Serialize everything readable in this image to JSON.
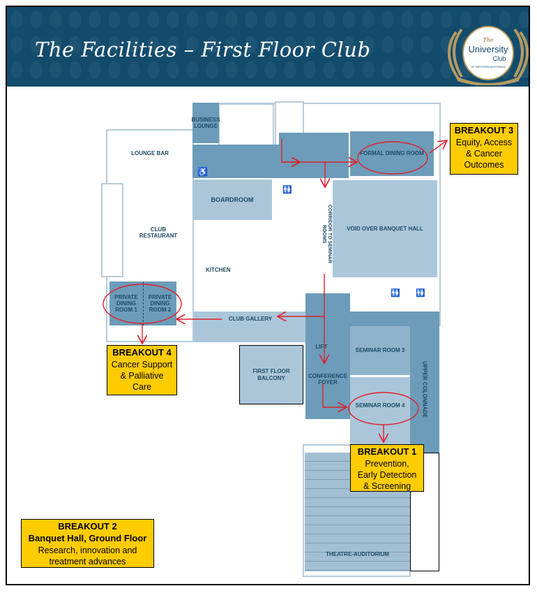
{
  "header": {
    "title": "The Facilities – First Floor Club",
    "logo": {
      "line1": "The",
      "line2": "University",
      "line3": "Club",
      "line4": "OF WESTERN AUSTRALIA"
    }
  },
  "rooms": {
    "business_lounge": "BUSINESS LOUNGE",
    "lounge_bar": "LOUNGE BAR",
    "formal_dining": "FORMAL DINING ROOM",
    "boardroom": "BOARDROOM",
    "corridor": "CORRIDOR TO SEMINAR ROOMS",
    "void": "VOID OVER BANQUET HALL",
    "club_restaurant": "CLUB RESTAURANT",
    "kitchen": "KITCHEN",
    "private_dining_1": "PRIVATE DINING ROOM 1",
    "private_dining_2": "PRIVATE DINING ROOM 2",
    "club_gallery": "CLUB GALLERY",
    "lift": "LIFT",
    "seminar_3": "SEMINAR ROOM 3",
    "seminar_4": "SEMINAR ROOM 4",
    "conference_foyer": "CONFERENCE FOYER",
    "first_floor_balcony": "FIRST FLOOR BALCONY",
    "upper_colonnade": "UPPER COLONNADE",
    "theatre": "THEATRE-AUDITORIUM"
  },
  "breakouts": [
    {
      "title": "BREAKOUT 1",
      "lines": [
        "Prevention,",
        "Early Detection",
        "& Screening"
      ]
    },
    {
      "title": "BREAKOUT 2",
      "subtitle": "Banquet Hall, Ground Floor",
      "lines": [
        "Research, innovation and",
        "treatment advances"
      ]
    },
    {
      "title": "BREAKOUT 3",
      "lines": [
        "Equity, Access",
        "& Cancer",
        "Outcomes"
      ]
    },
    {
      "title": "BREAKOUT 4",
      "lines": [
        "Cancer Support",
        "& Palliative",
        "Care"
      ]
    }
  ],
  "colors": {
    "header": "#124b6c",
    "room_dark": "#6c9cb9",
    "room_light": "#abc6d9",
    "breakout": "#ffcc00",
    "route": "#e0202a"
  },
  "icons": [
    "accessible-icon",
    "restroom-icon"
  ]
}
